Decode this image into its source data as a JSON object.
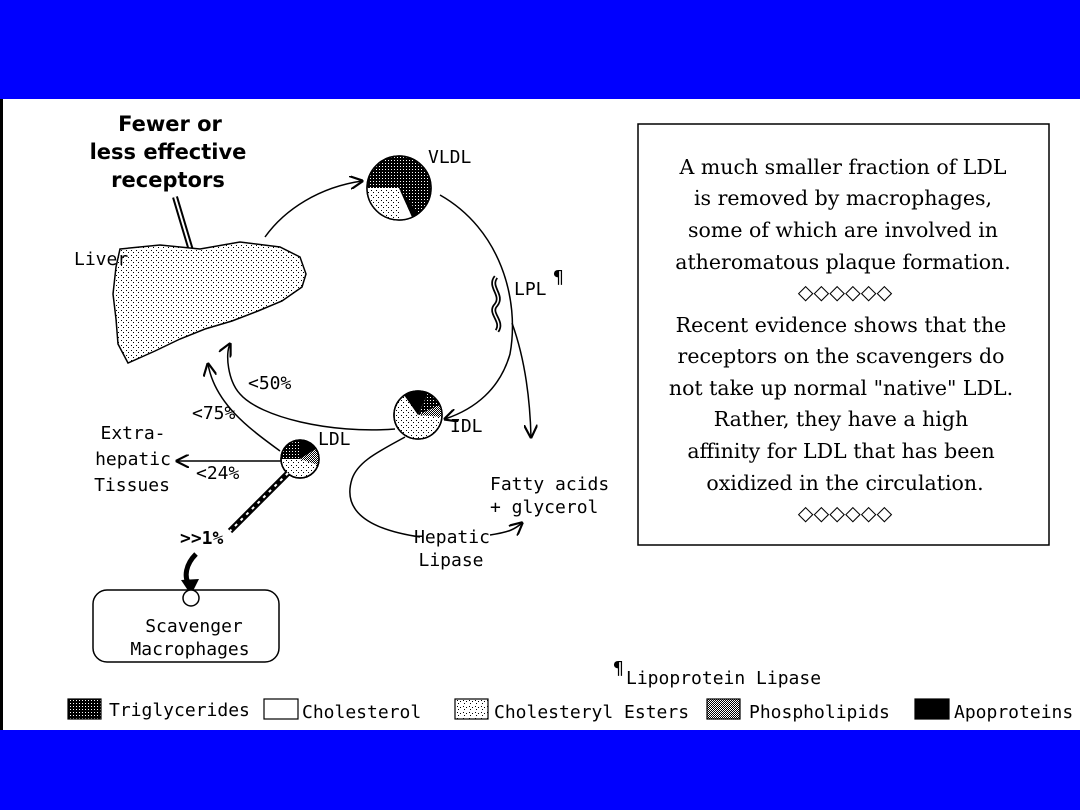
{
  "diagram": {
    "callout": [
      "Fewer or",
      "less effective",
      "receptors"
    ],
    "liver": "Liver",
    "vldl": "VLDL",
    "lpl": "LPL",
    "lpl_mark": "¶",
    "idl": "IDL",
    "ldl": "LDL",
    "pct_50": "<50%",
    "pct_75": "<75%",
    "pct_24": "<24%",
    "pct_1": ">>1%",
    "extrahepatic": [
      "Extra-",
      "hepatic",
      "Tissues"
    ],
    "fatty": [
      "Fatty acids",
      "+ glycerol"
    ],
    "hepatic_lipase": [
      "Hepatic",
      "Lipase"
    ],
    "scavenger": [
      "Scavenger",
      "Macrophages"
    ],
    "footnote": "Lipoprotein Lipase",
    "footnote_mark": "¶"
  },
  "note": {
    "para1": [
      "A much smaller fraction of LDL",
      "is removed by macrophages,",
      "some of which are involved in",
      "atheromatous plaque formation."
    ],
    "sep": "◇◇◇◇◇◇",
    "para2": [
      "Recent evidence shows that  the",
      "receptors on the scavengers do",
      "not take up normal \"native\" LDL.",
      "Rather, they have a high",
      "affinity for LDL that has been",
      "oxidized in the circulation."
    ]
  },
  "legend": [
    "Triglycerides",
    "Cholesterol",
    "Cholesteryl Esters",
    "Phospholipids",
    "Apoproteins"
  ],
  "colors": {
    "background": "#0000ff",
    "slide": "#ffffff",
    "ink": "#000000"
  }
}
